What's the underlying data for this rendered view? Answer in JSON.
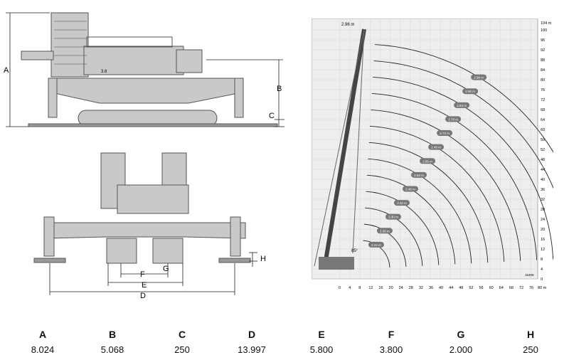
{
  "dims_table": {
    "headers": [
      "A",
      "B",
      "C",
      "D",
      "E",
      "F",
      "G",
      "H"
    ],
    "values": [
      "8.024",
      "5.068",
      "250",
      "13.997",
      "5.800",
      "3.800",
      "2.000",
      "250"
    ]
  },
  "side_view": {
    "labels": {
      "a": "A",
      "b": "B",
      "c": "C"
    },
    "machine_text": "3.8"
  },
  "front_view": {
    "labels": {
      "d": "D",
      "e": "E",
      "f": "F",
      "g": "G",
      "h": "H"
    }
  },
  "chart": {
    "top_label": "2.96 m",
    "angle_label": "85°",
    "unit_y": "104 m",
    "unit_x": "80 m",
    "corner_code": "15409",
    "y_ticks": [
      "100",
      "96",
      "92",
      "88",
      "84",
      "80",
      "76",
      "72",
      "68",
      "64",
      "60",
      "56",
      "52",
      "48",
      "44",
      "40",
      "36",
      "32",
      "28",
      "24",
      "20",
      "16",
      "12",
      "8",
      "4",
      "0"
    ],
    "x_ticks": [
      "0",
      "4",
      "8",
      "12",
      "16",
      "20",
      "24",
      "28",
      "32",
      "36",
      "40",
      "44",
      "48",
      "52",
      "56",
      "60",
      "64",
      "68",
      "72",
      "76"
    ],
    "radius_labels": [
      "2.24 m",
      "2.26 m",
      "2.30 m",
      "2.42 m",
      "2.46 m",
      "2.64 m",
      "2.65 m",
      "2.49 m",
      "2.72 m",
      "2.78 m",
      "2.84 m",
      "2.90 m",
      "2.96 m"
    ]
  }
}
